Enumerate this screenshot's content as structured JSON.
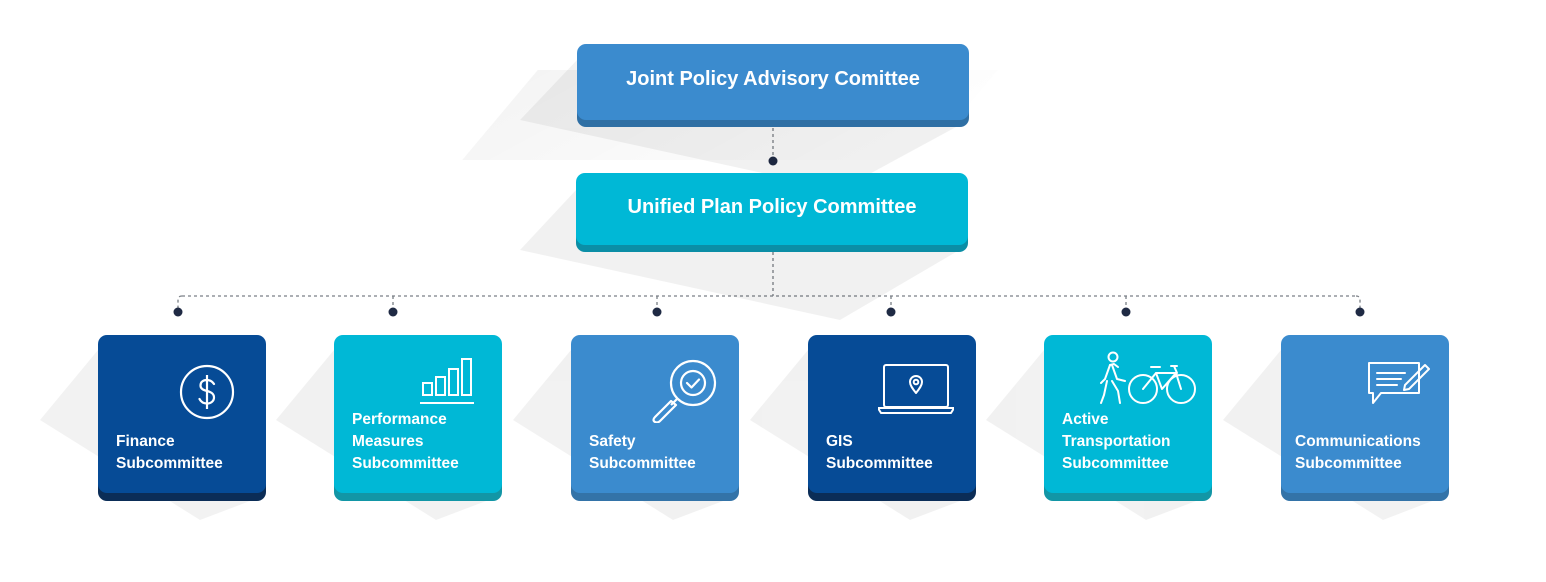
{
  "top": {
    "label": "Joint Policy Advisory Comittee"
  },
  "middle": {
    "label": "Unified Plan Policy Committee"
  },
  "subcommittees": [
    {
      "lines": [
        "Finance",
        "Subcommittee"
      ],
      "icon": "dollar-circle-icon",
      "color": "#064b96"
    },
    {
      "lines": [
        "Performance",
        "Measures",
        "Subcommittee"
      ],
      "icon": "bar-chart-icon",
      "color": "#00b8d6"
    },
    {
      "lines": [
        "Safety",
        "Subcommittee"
      ],
      "icon": "magnifier-check-icon",
      "color": "#3b8bce"
    },
    {
      "lines": [
        "GIS",
        "Subcommittee"
      ],
      "icon": "laptop-location-icon",
      "color": "#064b96"
    },
    {
      "lines": [
        "Active",
        "Transportation",
        "Subcommittee"
      ],
      "icon": "pedestrian-bicycle-icon",
      "color": "#00b8d6"
    },
    {
      "lines": [
        "Communications",
        "Subcommittee"
      ],
      "icon": "message-edit-icon",
      "color": "#3b8bce"
    }
  ]
}
